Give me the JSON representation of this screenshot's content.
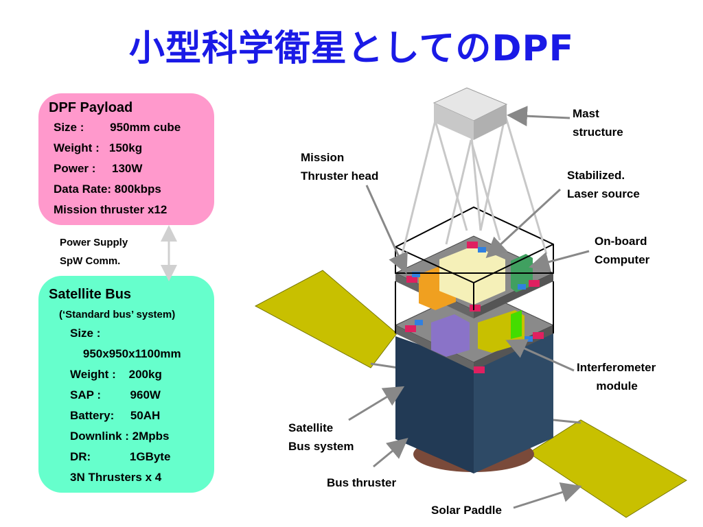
{
  "title": "小型科学衛星としてのDPF",
  "payload": {
    "header": "DPF Payload",
    "lines": [
      "Size :        950mm cube",
      "Weight :   150kg",
      "Power :     130W",
      "Data Rate: 800kbps",
      "Mission thruster x12"
    ]
  },
  "interface": {
    "line1": "Power Supply",
    "line2": "SpW Comm."
  },
  "bus": {
    "header": "Satellite Bus",
    "subheader": "(‘Standard bus’ system)",
    "lines": [
      "Size :",
      "    950x950x1100mm",
      "Weight :    200kg",
      "SAP :         960W",
      "Battery:     50AH",
      "Downlink : 2Mpbs",
      "DR:            1GByte",
      "3N Thrusters x 4"
    ]
  },
  "labels": {
    "mast": "Mast\nstructure",
    "mission_thruster": "Mission\nThruster head",
    "laser": "Stabilized.\nLaser source",
    "computer": "On-board\nComputer",
    "interferometer": "Interferometer\n      module",
    "bus_system": "Satellite\nBus system",
    "bus_thruster": "Bus thruster",
    "solar_paddle": "Solar Paddle"
  }
}
